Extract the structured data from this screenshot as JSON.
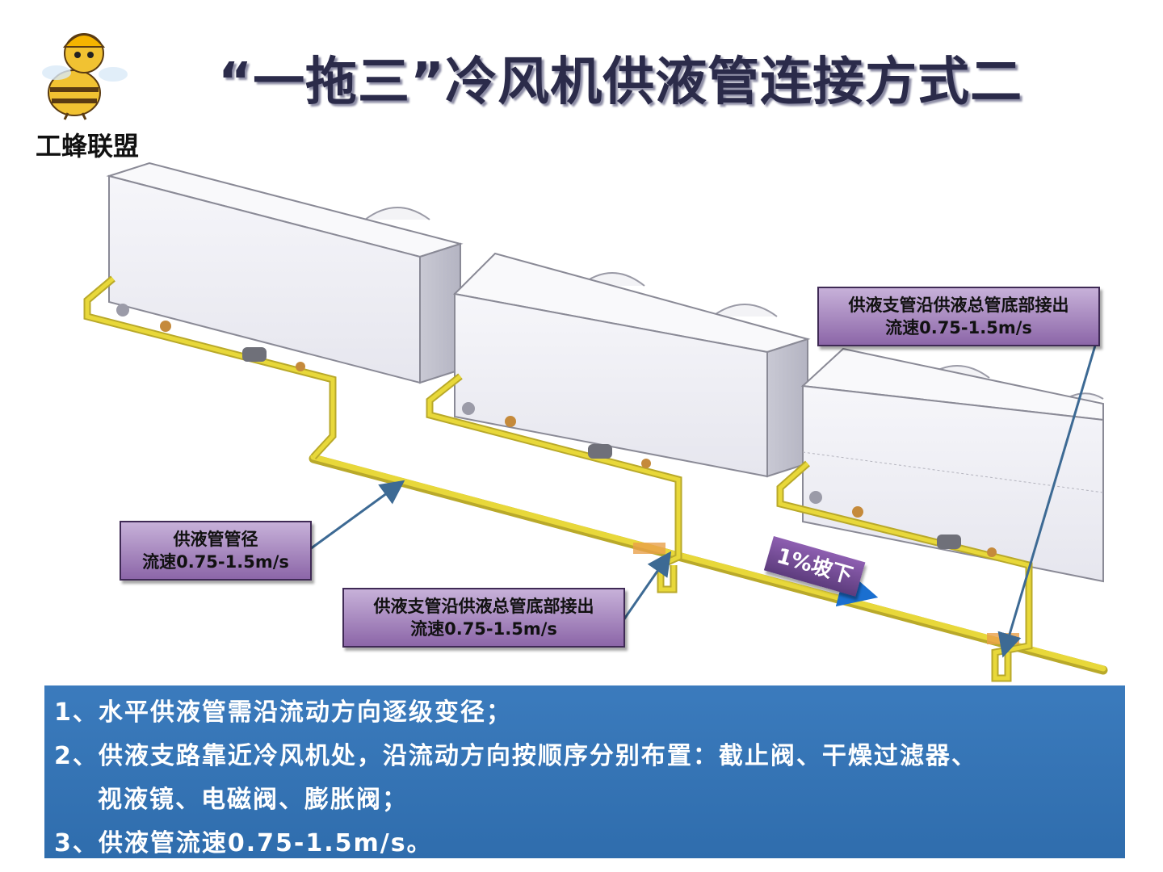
{
  "header": {
    "title": "“一拖三”冷风机供液管连接方式二",
    "logo_text": "工蜂联盟"
  },
  "callouts": {
    "main_pipe": {
      "line1": "供液管管径",
      "line2": "流速0.75-1.5m/s"
    },
    "branch_middle": {
      "line1": "供液支管沿供液总管底部接出",
      "line2": "流速0.75-1.5m/s"
    },
    "branch_right": {
      "line1": "供液支管沿供液总管底部接出",
      "line2": "流速0.75-1.5m/s"
    },
    "slope": "1%坡下"
  },
  "notes": {
    "line1": "1、水平供液管需沿流动方向逐级变径；",
    "line2": "2、供液支路靠近冷风机处，沿流动方向按顺序分别布置：截止阀、干燥过滤器、",
    "line3": "视液镜、电磁阀、膨胀阀；",
    "line4": "3、供液管流速0.75-1.5m/s。"
  },
  "colors": {
    "pipe": "#e8d83a",
    "pipe_fitting": "#e9a04a",
    "callout": "#8c66a8",
    "notes_bg": "#3574b4",
    "arrow": "#3d6a94"
  },
  "icons": [
    "bee-mascot-icon",
    "air-cooler-unit",
    "valve-icon",
    "sight-glass-icon"
  ]
}
